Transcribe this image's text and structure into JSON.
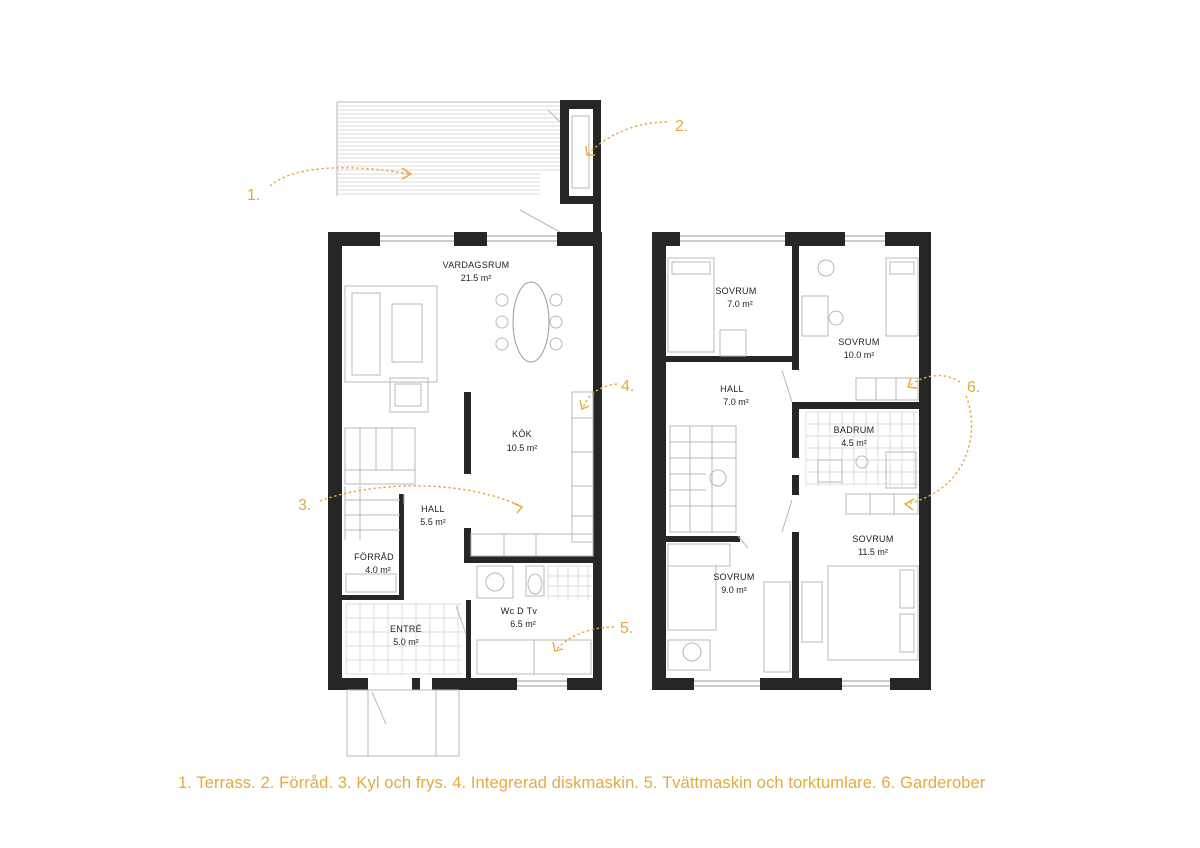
{
  "rooms": {
    "vardagsrum": {
      "name": "VARDAGSRUM",
      "area": "21.5 m²"
    },
    "kok": {
      "name": "KÖK",
      "area": "10.5 m²"
    },
    "hall_ground": {
      "name": "HALL",
      "area": "5.5 m²"
    },
    "forrad": {
      "name": "FÖRRÅD",
      "area": "4.0 m²"
    },
    "entre": {
      "name": "ENTRÉ",
      "area": "5.0 m²"
    },
    "wc": {
      "name": "Wc D Tv",
      "area": "6.5 m²"
    },
    "sovrum_a": {
      "name": "SOVRUM",
      "area": "7.0 m²"
    },
    "sovrum_b": {
      "name": "SOVRUM",
      "area": "10.0 m²"
    },
    "hall_upper": {
      "name": "HALL",
      "area": "7.0 m²"
    },
    "badrum": {
      "name": "BADRUM",
      "area": "4.5 m²"
    },
    "sovrum_c": {
      "name": "SOVRUM",
      "area": "11.5 m²"
    },
    "sovrum_d": {
      "name": "SOVRUM",
      "area": "9.0 m²"
    }
  },
  "markers": {
    "m1": "1.",
    "m2": "2.",
    "m3": "3.",
    "m4": "4.",
    "m5": "5.",
    "m6": "6."
  },
  "legend": "1. Terrass. 2. Förråd. 3. Kyl och frys. 4. Integrerad diskmaskin. 5. Tvättmaskin och torktumlare. 6. Garderober",
  "colors": {
    "accent": "#e8a93a",
    "wall": "#262626",
    "sketch": "#b8b8b8"
  }
}
